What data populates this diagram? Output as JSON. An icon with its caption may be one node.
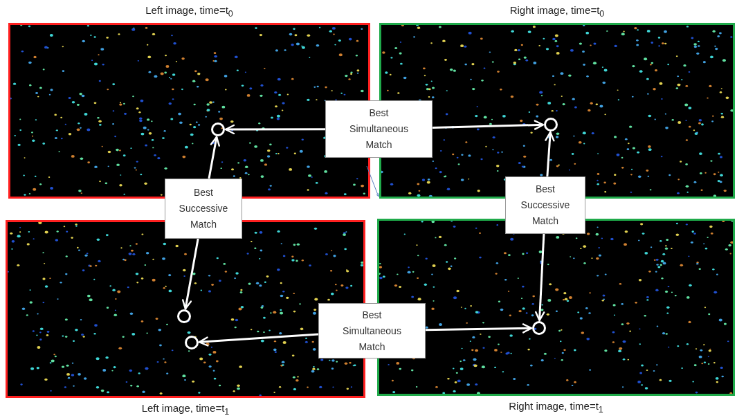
{
  "diagram": {
    "nodes": [
      {
        "text": [
          "Left image, time=t$_{0}$"
        ]
      },
      {
        "text": [
          "Right image, time=t$_{0}$"
        ]
      },
      {
        "text": [
          "Left image, time=t$_{1}$"
        ]
      },
      {
        "text": [
          "Right image, time=t$_{1}$"
        ]
      },
      {
        "text": [],
        "shape": "circle",
        "in": 0
      },
      {
        "text": [],
        "shape": "circle",
        "in": 1
      },
      {
        "text": [],
        "shape": "circle",
        "in": 2
      },
      {
        "text": [],
        "shape": "circle",
        "in": 2
      },
      {
        "text": [],
        "shape": "circle",
        "in": 3
      },
      {
        "text": [
          "Best Simultaneous Match"
        ]
      },
      {
        "text": [
          "Best Successive Match"
        ]
      },
      {
        "text": [
          "Best Successive Match"
        ]
      },
      {
        "text": [
          "Best Simultaneous Match"
        ]
      }
    ],
    "edges": [
      {
        "from": 9,
        "to": 4,
        "arrow": "to"
      },
      {
        "from": 9,
        "to": 5,
        "arrow": "to"
      },
      {
        "from": 10,
        "to": 4,
        "arrow": "to"
      },
      {
        "from": 10,
        "to": 6,
        "arrow": "to"
      },
      {
        "from": 11,
        "to": 5,
        "arrow": "to"
      },
      {
        "from": 11,
        "to": 8,
        "arrow": "to"
      },
      {
        "from": 12,
        "to": 7,
        "arrow": "to"
      },
      {
        "from": 12,
        "to": 8,
        "arrow": "to"
      },
      {
        "from": 0,
        "to": 1,
        "arrow": "to",
        "color": "#5b7fc0"
      }
    ]
  }
}
